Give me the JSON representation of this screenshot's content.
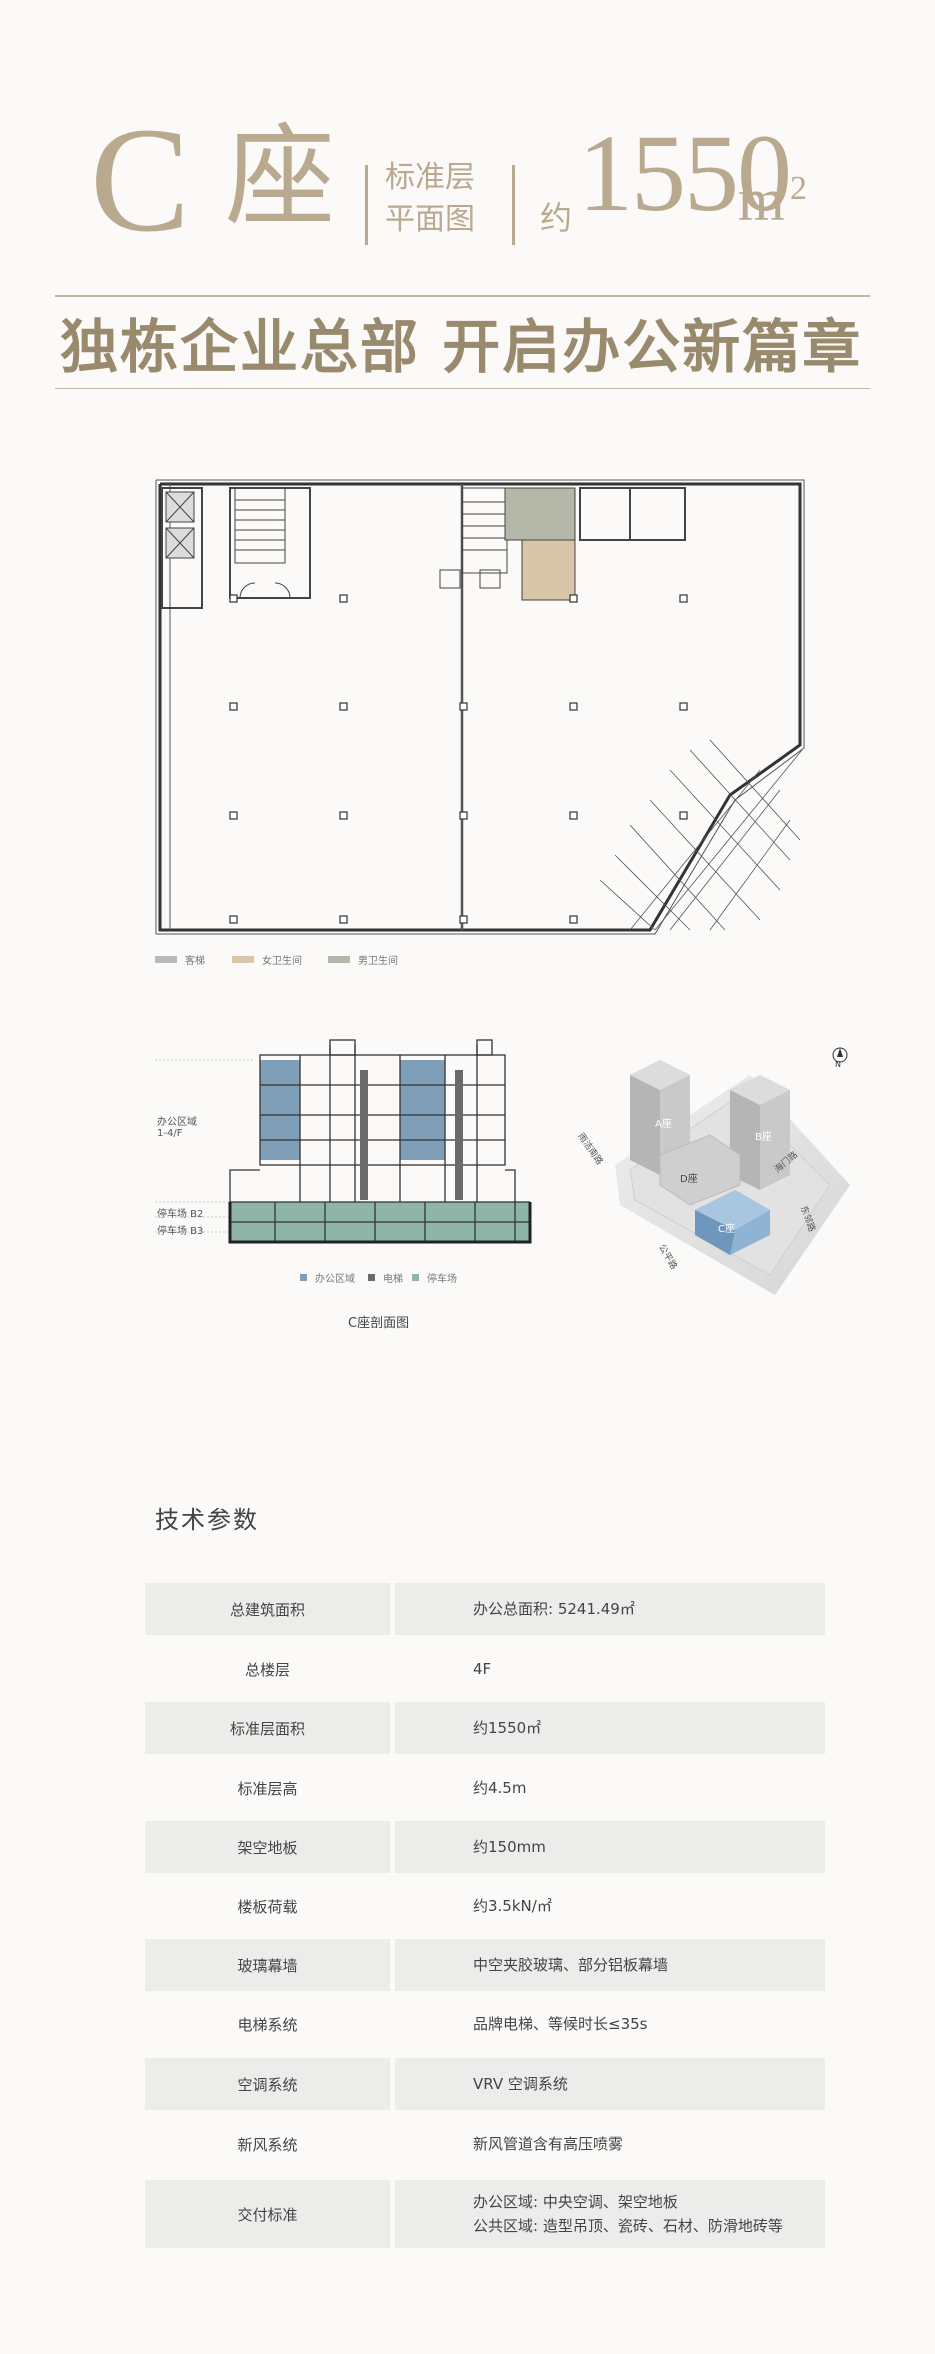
{
  "header": {
    "letter": "C",
    "tower": "座",
    "sub_line1": "标准层",
    "sub_line2": "平面图",
    "approx": "约",
    "area": "1550",
    "unit": "m",
    "unit_sup": "2"
  },
  "slogan": "独栋企业总部 开启办公新篇章",
  "floor_legend": [
    {
      "label": "客梯",
      "color": "#b9b9b9"
    },
    {
      "label": "女卫生间",
      "color": "#d9c5a8"
    },
    {
      "label": "男卫生间",
      "color": "#b5b8a8"
    }
  ],
  "section": {
    "labels": {
      "office": "办公区域",
      "office_floors": "1-4/F",
      "parking_b2": "停车场 B2",
      "parking_b3": "停车场 B3"
    },
    "legend": [
      {
        "label": "办公区域",
        "color": "#7f9fb8"
      },
      {
        "label": "电梯",
        "color": "#6b6b6b"
      },
      {
        "label": "停车场",
        "color": "#8fb5a8"
      }
    ],
    "caption": "C座剖面图"
  },
  "site_map": {
    "north": "N",
    "buildings": {
      "a": "A座",
      "b": "B座",
      "c": "C座",
      "d": "D座"
    },
    "roads": {
      "r1": "雨洁南路",
      "r2": "海门路",
      "r3": "公平路",
      "r4": "东邻路"
    }
  },
  "specs": {
    "title": "技术参数",
    "rows": [
      {
        "key": "总建筑面积",
        "value": "办公总面积: 5241.49㎡",
        "shade": true
      },
      {
        "key": "总楼层",
        "value": "4F",
        "shade": false
      },
      {
        "key": "标准层面积",
        "value": "约1550㎡",
        "shade": true
      },
      {
        "key": "标准层高",
        "value": "约4.5m",
        "shade": false
      },
      {
        "key": "架空地板",
        "value": "约150mm",
        "shade": true
      },
      {
        "key": "楼板荷载",
        "value": "约3.5kN/㎡",
        "shade": false
      },
      {
        "key": "玻璃幕墙",
        "value": "中空夹胶玻璃、部分铝板幕墙",
        "shade": true
      },
      {
        "key": "电梯系统",
        "value": "品牌电梯、等候时长≤35s",
        "shade": false
      },
      {
        "key": "空调系统",
        "value": "VRV 空调系统",
        "shade": true
      },
      {
        "key": "新风系统",
        "value": "新风管道含有高压喷雾",
        "shade": false
      },
      {
        "key": "交付标准",
        "value": "办公区域: 中央空调、架空地板",
        "value2": "公共区域: 造型吊顶、瓷砖、石材、防滑地砖等",
        "shade": true
      }
    ]
  }
}
